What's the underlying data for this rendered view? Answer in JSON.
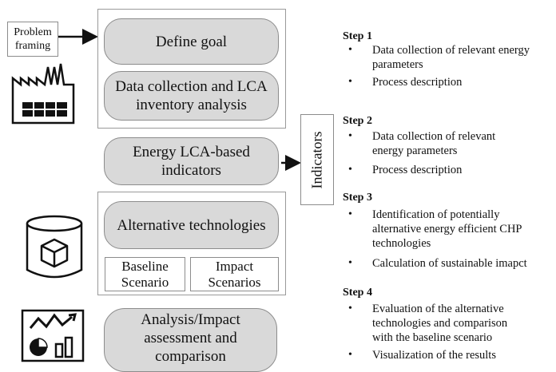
{
  "problem_framing": "Problem\nframing",
  "boxes": {
    "define_goal": "Define goal",
    "data_collection": "Data collection and LCA\ninventory analysis",
    "energy_indicators": "Energy LCA-based\nindicators",
    "alternative_tech": "Alternative technologies",
    "baseline": "Baseline\nScenario",
    "impact": "Impact\nScenarios",
    "analysis": "Analysis/Impact\nassessment and\ncomparison"
  },
  "indicators_label": "Indicators",
  "bullet_glyph": "•",
  "steps": [
    {
      "title": "Step 1",
      "items": [
        "Data collection of relevant energy\nparameters",
        "Process description"
      ]
    },
    {
      "title": "Step 2",
      "items": [
        "Data collection of relevant\nenergy parameters",
        "Process description"
      ]
    },
    {
      "title": "Step 3",
      "items": [
        "Identification of potentially\nalternative energy efficient CHP\ntechnologies",
        "Calculation of sustainable imapct"
      ]
    },
    {
      "title": "Step 4",
      "items": [
        "Evaluation of the alternative\ntechnologies and comparison\nwith the baseline scenario",
        "Visualization of the results"
      ]
    }
  ],
  "icons": [
    "factory-icon",
    "database-cube-icon",
    "analytics-chart-icon"
  ],
  "colors": {
    "box_fill": "#d9d9d9",
    "border": "#8c8c8c",
    "frame": "#9a9a9a",
    "text": "#111111"
  }
}
